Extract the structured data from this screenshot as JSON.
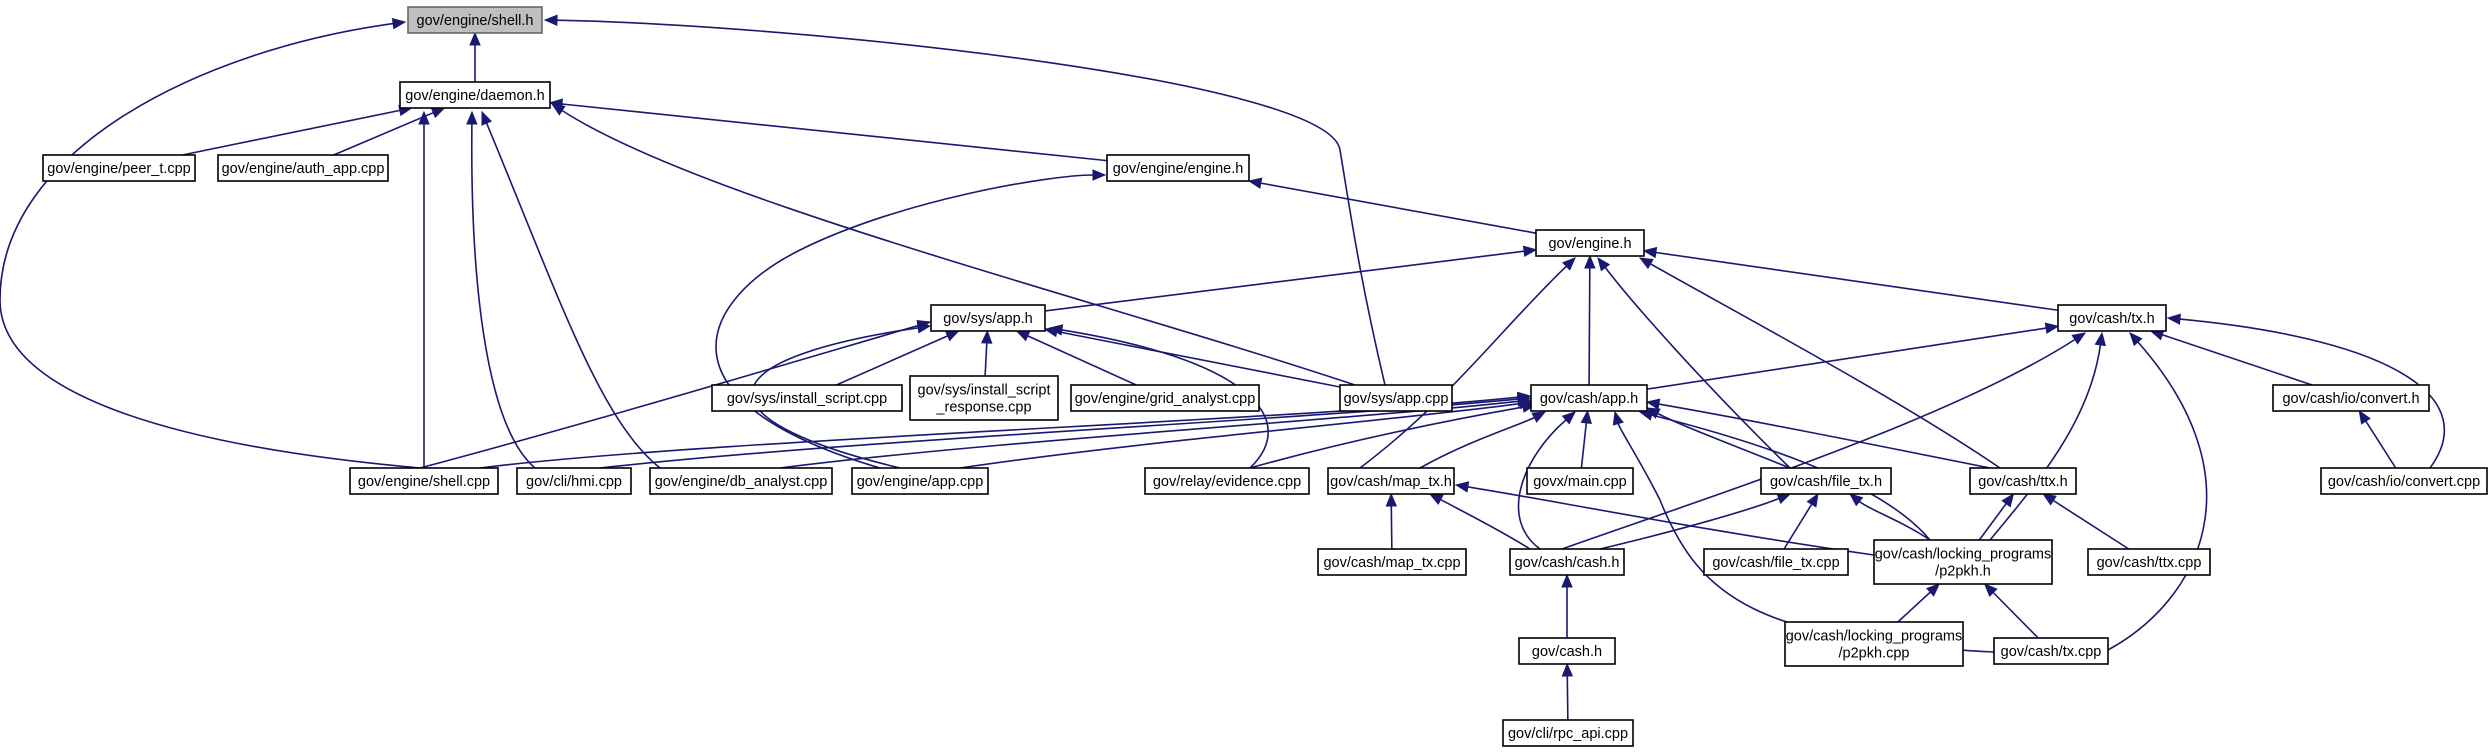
{
  "diagram": {
    "type": "include-dependency-graph",
    "colors": {
      "edge": "#191970",
      "root_fill": "#bfbfbf",
      "node_fill": "#ffffff",
      "node_border": "#000000"
    },
    "nodes": [
      {
        "id": "shell_h",
        "label": [
          "gov/engine/shell.h"
        ],
        "root": true
      },
      {
        "id": "daemon_h",
        "label": [
          "gov/engine/daemon.h"
        ]
      },
      {
        "id": "peer_t",
        "label": [
          "gov/engine/peer_t.cpp"
        ]
      },
      {
        "id": "auth_app",
        "label": [
          "gov/engine/auth_app.cpp"
        ]
      },
      {
        "id": "engine_engine_h",
        "label": [
          "gov/engine/engine.h"
        ]
      },
      {
        "id": "engine_h",
        "label": [
          "gov/engine.h"
        ]
      },
      {
        "id": "sys_app_h",
        "label": [
          "gov/sys/app.h"
        ]
      },
      {
        "id": "cash_tx_h",
        "label": [
          "gov/cash/tx.h"
        ]
      },
      {
        "id": "install_script",
        "label": [
          "gov/sys/install_script.cpp"
        ]
      },
      {
        "id": "install_script_resp",
        "label": [
          "gov/sys/install_script",
          "_response.cpp"
        ]
      },
      {
        "id": "grid_analyst",
        "label": [
          "gov/engine/grid_analyst.cpp"
        ]
      },
      {
        "id": "sys_app_cpp",
        "label": [
          "gov/sys/app.cpp"
        ]
      },
      {
        "id": "cash_app_h",
        "label": [
          "gov/cash/app.h"
        ]
      },
      {
        "id": "io_convert_h",
        "label": [
          "gov/cash/io/convert.h"
        ]
      },
      {
        "id": "shell_cpp",
        "label": [
          "gov/engine/shell.cpp"
        ]
      },
      {
        "id": "hmi",
        "label": [
          "gov/cli/hmi.cpp"
        ]
      },
      {
        "id": "db_analyst",
        "label": [
          "gov/engine/db_analyst.cpp"
        ]
      },
      {
        "id": "engine_app_cpp",
        "label": [
          "gov/engine/app.cpp"
        ]
      },
      {
        "id": "evidence",
        "label": [
          "gov/relay/evidence.cpp"
        ]
      },
      {
        "id": "map_tx_h",
        "label": [
          "gov/cash/map_tx.h"
        ]
      },
      {
        "id": "govx_main",
        "label": [
          "govx/main.cpp"
        ]
      },
      {
        "id": "file_tx_h",
        "label": [
          "gov/cash/file_tx.h"
        ]
      },
      {
        "id": "ttx_h",
        "label": [
          "gov/cash/ttx.h"
        ]
      },
      {
        "id": "io_convert_cpp",
        "label": [
          "gov/cash/io/convert.cpp"
        ]
      },
      {
        "id": "map_tx_cpp",
        "label": [
          "gov/cash/map_tx.cpp"
        ]
      },
      {
        "id": "cash_cash_h",
        "label": [
          "gov/cash/cash.h"
        ]
      },
      {
        "id": "file_tx_cpp",
        "label": [
          "gov/cash/file_tx.cpp"
        ]
      },
      {
        "id": "p2pkh_h",
        "label": [
          "gov/cash/locking_programs",
          "/p2pkh.h"
        ]
      },
      {
        "id": "ttx_cpp",
        "label": [
          "gov/cash/ttx.cpp"
        ]
      },
      {
        "id": "cash_h",
        "label": [
          "gov/cash.h"
        ]
      },
      {
        "id": "p2pkh_cpp",
        "label": [
          "gov/cash/locking_programs",
          "/p2pkh.cpp"
        ]
      },
      {
        "id": "tx_cpp",
        "label": [
          "gov/cash/tx.cpp"
        ]
      },
      {
        "id": "rpc_api",
        "label": [
          "gov/cli/rpc_api.cpp"
        ]
      }
    ],
    "edges": [
      [
        "daemon_h",
        "shell_h"
      ],
      [
        "shell_cpp",
        "shell_h"
      ],
      [
        "sys_app_cpp",
        "shell_h"
      ],
      [
        "peer_t",
        "daemon_h"
      ],
      [
        "auth_app",
        "daemon_h"
      ],
      [
        "engine_engine_h",
        "daemon_h"
      ],
      [
        "shell_cpp",
        "daemon_h"
      ],
      [
        "hmi",
        "daemon_h"
      ],
      [
        "db_analyst",
        "daemon_h"
      ],
      [
        "sys_app_cpp",
        "daemon_h"
      ],
      [
        "engine_h",
        "engine_engine_h"
      ],
      [
        "engine_app_cpp",
        "engine_engine_h"
      ],
      [
        "sys_app_h",
        "engine_h"
      ],
      [
        "cash_tx_h",
        "engine_h"
      ],
      [
        "cash_app_h",
        "engine_h"
      ],
      [
        "map_tx_h",
        "engine_h"
      ],
      [
        "file_tx_h",
        "engine_h"
      ],
      [
        "ttx_h",
        "engine_h"
      ],
      [
        "install_script",
        "sys_app_h"
      ],
      [
        "install_script_resp",
        "sys_app_h"
      ],
      [
        "grid_analyst",
        "sys_app_h"
      ],
      [
        "sys_app_cpp",
        "sys_app_h"
      ],
      [
        "shell_cpp",
        "sys_app_h"
      ],
      [
        "engine_app_cpp",
        "sys_app_h"
      ],
      [
        "evidence",
        "sys_app_h"
      ],
      [
        "cash_app_h",
        "cash_tx_h"
      ],
      [
        "io_convert_h",
        "cash_tx_h"
      ],
      [
        "io_convert_cpp",
        "cash_tx_h"
      ],
      [
        "cash_cash_h",
        "cash_tx_h"
      ],
      [
        "p2pkh_h",
        "cash_tx_h"
      ],
      [
        "tx_cpp",
        "cash_tx_h"
      ],
      [
        "io_convert_cpp",
        "io_convert_h"
      ],
      [
        "shell_cpp",
        "cash_app_h"
      ],
      [
        "hmi",
        "cash_app_h"
      ],
      [
        "db_analyst",
        "cash_app_h"
      ],
      [
        "engine_app_cpp",
        "cash_app_h"
      ],
      [
        "evidence",
        "cash_app_h"
      ],
      [
        "map_tx_h",
        "cash_app_h"
      ],
      [
        "govx_main",
        "cash_app_h"
      ],
      [
        "file_tx_h",
        "cash_app_h"
      ],
      [
        "ttx_h",
        "cash_app_h"
      ],
      [
        "cash_cash_h",
        "cash_app_h"
      ],
      [
        "p2pkh_h",
        "cash_app_h"
      ],
      [
        "tx_cpp",
        "cash_app_h"
      ],
      [
        "map_tx_cpp",
        "map_tx_h"
      ],
      [
        "cash_cash_h",
        "map_tx_h"
      ],
      [
        "p2pkh_h",
        "map_tx_h"
      ],
      [
        "file_tx_cpp",
        "file_tx_h"
      ],
      [
        "cash_cash_h",
        "file_tx_h"
      ],
      [
        "p2pkh_h",
        "file_tx_h"
      ],
      [
        "p2pkh_h",
        "ttx_h"
      ],
      [
        "ttx_cpp",
        "ttx_h"
      ],
      [
        "cash_h",
        "cash_cash_h"
      ],
      [
        "rpc_api",
        "cash_h"
      ],
      [
        "p2pkh_cpp",
        "p2pkh_h"
      ],
      [
        "tx_cpp",
        "p2pkh_h"
      ]
    ]
  }
}
